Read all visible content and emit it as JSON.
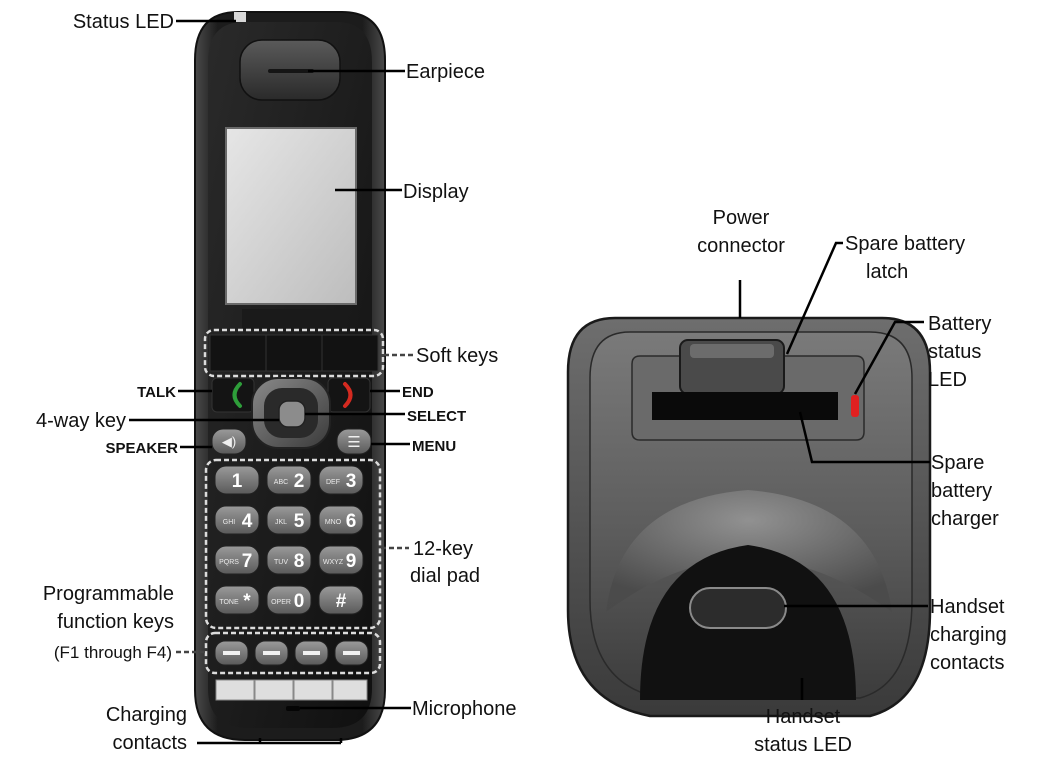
{
  "handset": {
    "status_led": "Status LED",
    "earpiece": "Earpiece",
    "display": "Display",
    "soft_keys": "Soft keys",
    "talk": "TALK",
    "end": "END",
    "four_way_key": "4-way key",
    "select": "SELECT",
    "speaker": "SPEAKER",
    "menu": "MENU",
    "dial_pad": [
      "12-key",
      "dial pad"
    ],
    "function_keys": [
      "Programmable",
      "function keys",
      "(F1 through F4)"
    ],
    "charging_contacts": [
      "Charging",
      "contacts"
    ],
    "microphone": "Microphone"
  },
  "keypad": [
    {
      "num": "1",
      "letters": ""
    },
    {
      "num": "2",
      "letters": "ABC"
    },
    {
      "num": "3",
      "letters": "DEF"
    },
    {
      "num": "4",
      "letters": "GHI"
    },
    {
      "num": "5",
      "letters": "JKL"
    },
    {
      "num": "6",
      "letters": "MNO"
    },
    {
      "num": "7",
      "letters": "PQRS"
    },
    {
      "num": "8",
      "letters": "TUV"
    },
    {
      "num": "9",
      "letters": "WXYZ"
    },
    {
      "num": "*",
      "letters": "TONE"
    },
    {
      "num": "0",
      "letters": "OPER"
    },
    {
      "num": "#",
      "letters": ""
    }
  ],
  "charger": {
    "power_connector": [
      "Power",
      "connector"
    ],
    "spare_battery_latch": [
      "Spare battery",
      "latch"
    ],
    "battery_status_led": [
      "Battery",
      "status",
      "LED"
    ],
    "spare_battery_charger": [
      "Spare",
      "battery",
      "charger"
    ],
    "handset_charging_contacts": [
      "Handset",
      "charging",
      "contacts"
    ],
    "handset_status_led": [
      "Handset",
      "status LED"
    ]
  },
  "colors": {
    "talk_key": "#2e9e3a",
    "end_key": "#d42a20",
    "battery_led": "#e02020"
  }
}
